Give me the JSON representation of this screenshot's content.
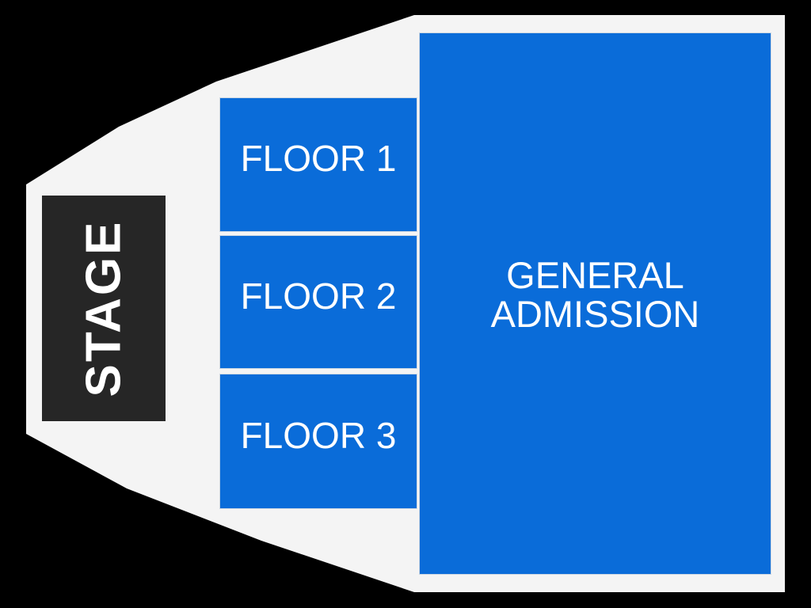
{
  "canvas": {
    "background": "#000000"
  },
  "venue_map": {
    "floor_color": "#f4f4f4",
    "section_fill": "#0a6cd9",
    "section_border": "#ccd7e2",
    "label_color": "#ffffff",
    "stage": {
      "label": "STAGE",
      "fill": "#262626"
    },
    "sections": [
      {
        "id": "floor-1",
        "label": "FLOOR 1"
      },
      {
        "id": "floor-2",
        "label": "FLOOR 2"
      },
      {
        "id": "floor-3",
        "label": "FLOOR 3"
      },
      {
        "id": "general-admission",
        "label": "GENERAL ADMISSION"
      }
    ]
  }
}
